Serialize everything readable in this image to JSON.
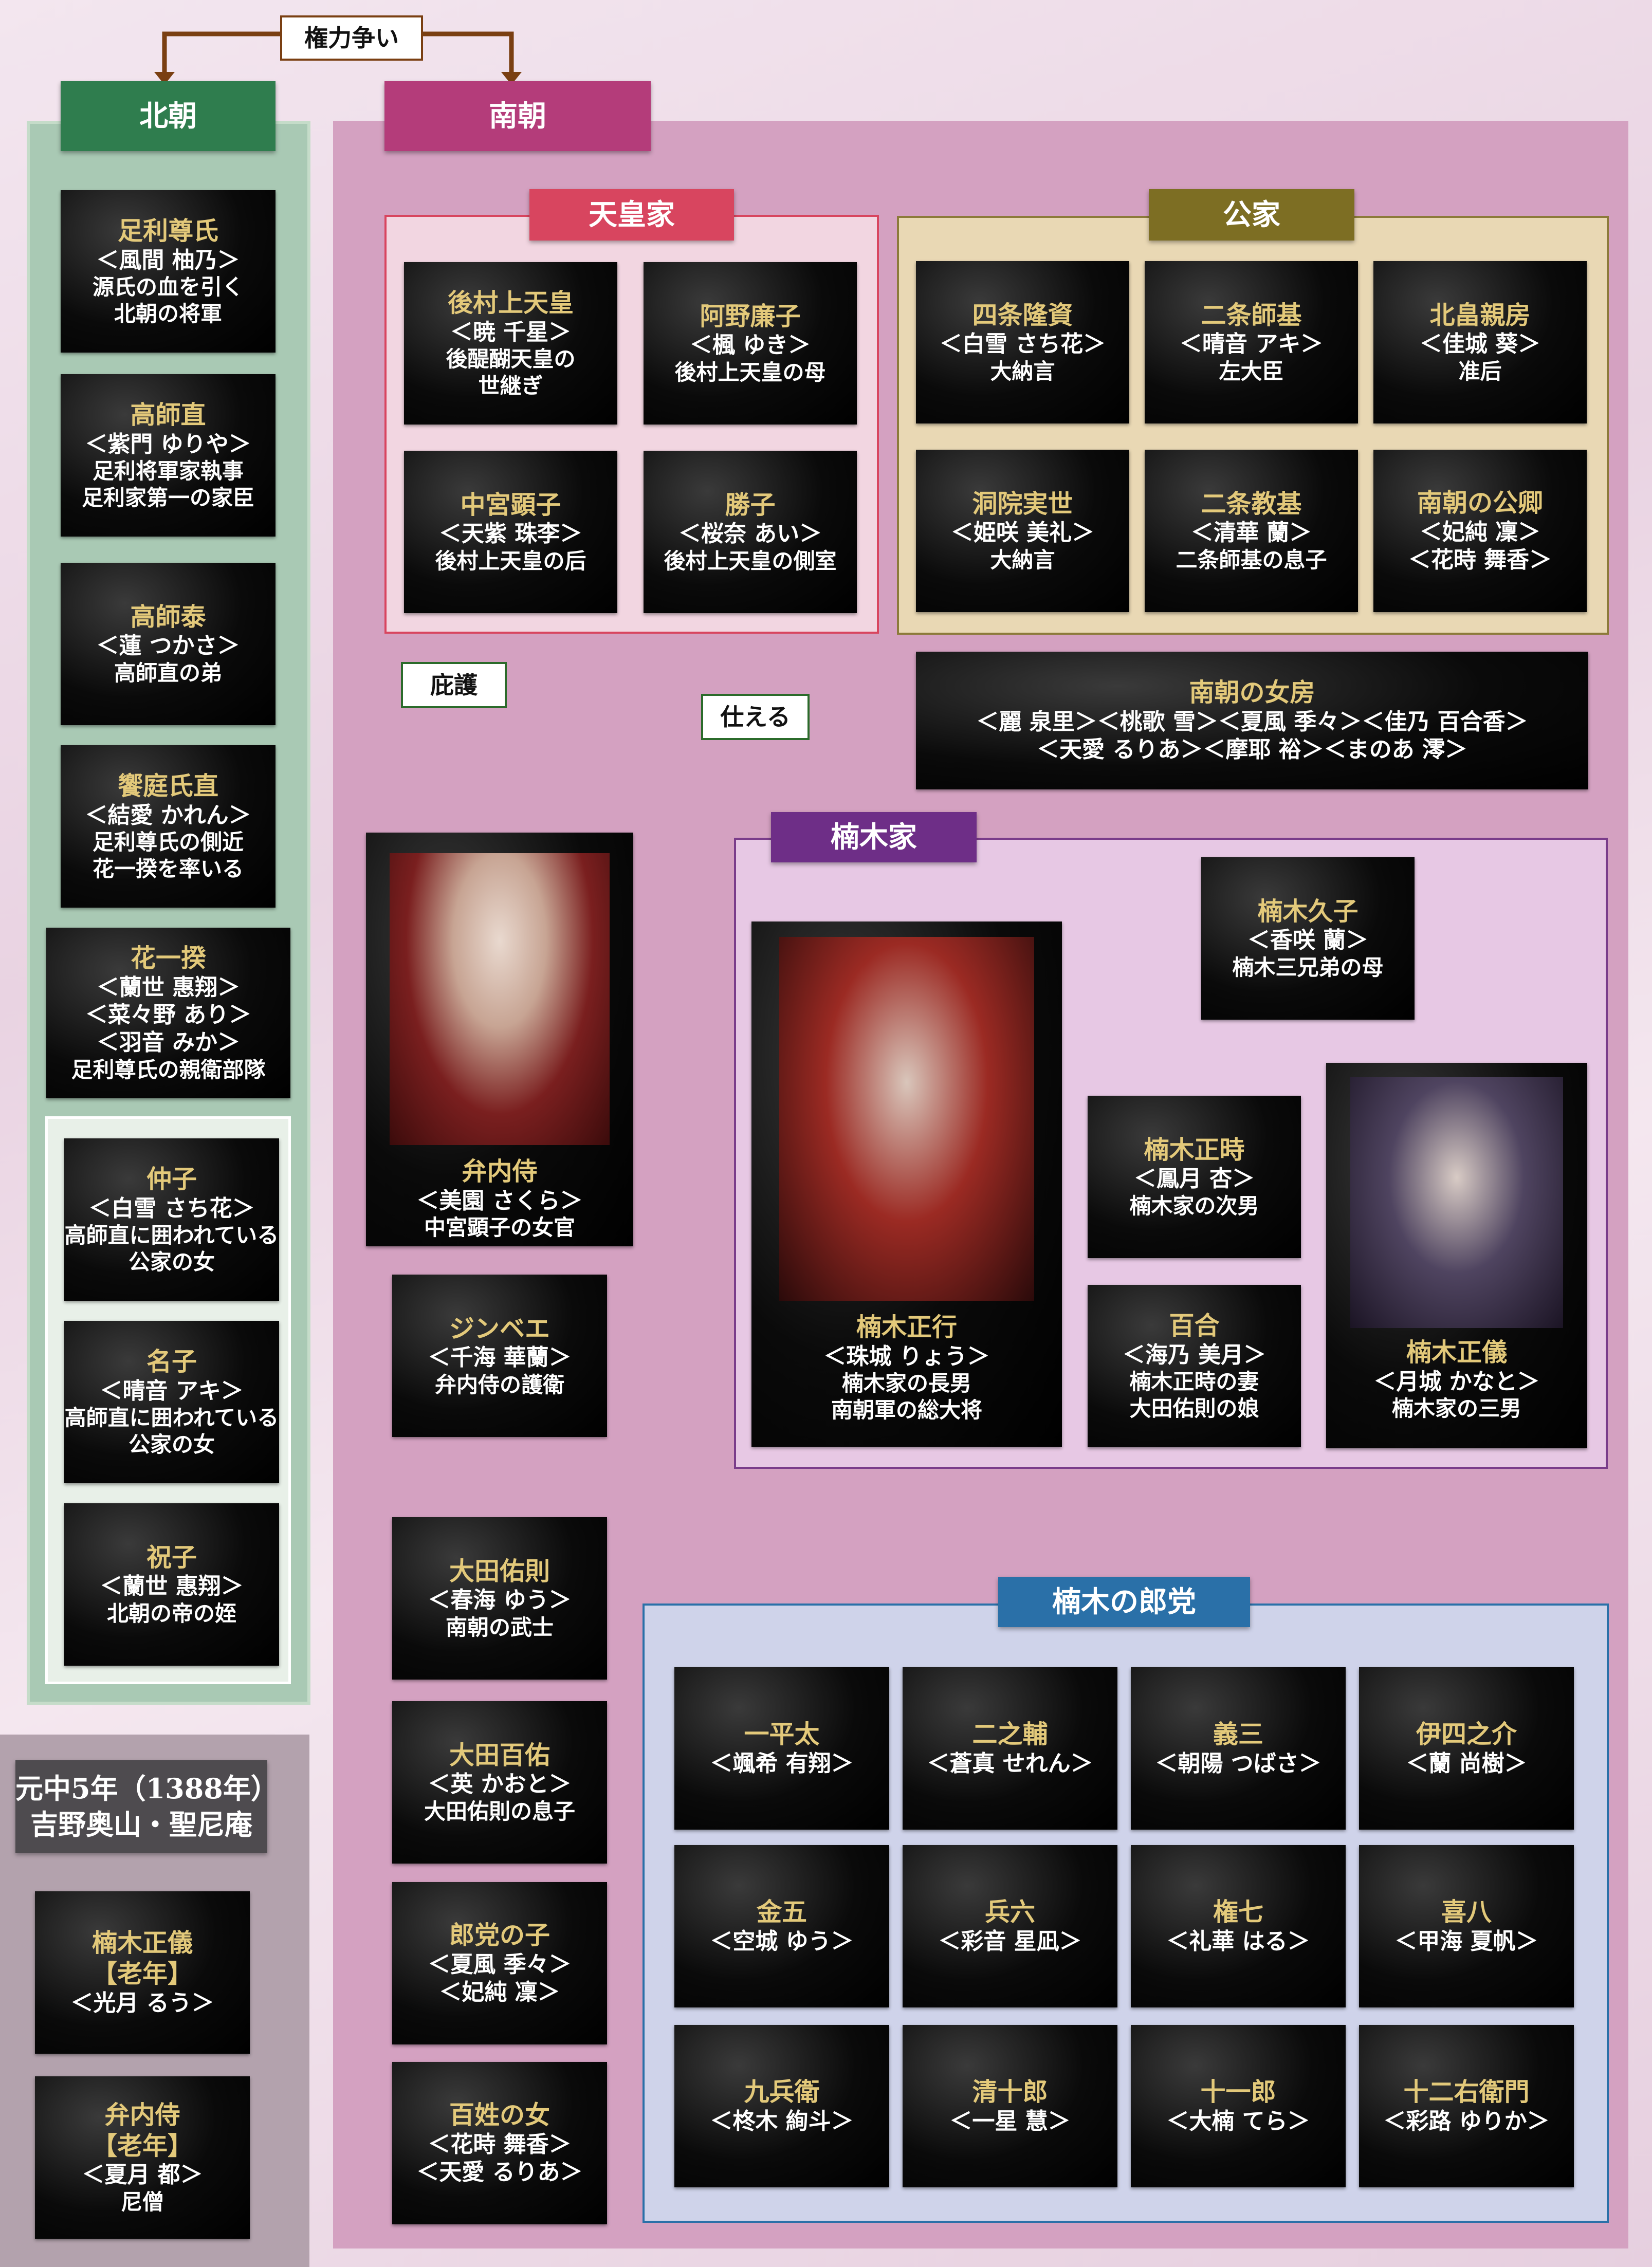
{
  "rivalry_label": "権力争い",
  "north": {
    "header": "北朝",
    "cards": [
      {
        "name": "足利尊氏",
        "actor": "＜風間 柚乃＞",
        "desc": [
          "源氏の血を引く",
          "北朝の将軍"
        ]
      },
      {
        "name": "高師直",
        "actor": "＜紫門 ゆりや＞",
        "desc": [
          "足利将軍家執事",
          "足利家第一の家臣"
        ]
      },
      {
        "name": "高師泰",
        "actor": "＜蓮 つかさ＞",
        "desc": [
          "高師直の弟"
        ]
      },
      {
        "name": "饗庭氏直",
        "actor": "＜結愛 かれん＞",
        "desc": [
          "足利尊氏の側近",
          "花一揆を率いる"
        ]
      },
      {
        "name": "花一揆",
        "actor": [
          "＜蘭世 惠翔＞",
          "＜菜々野 あり＞",
          "＜羽音 みか＞"
        ],
        "desc": [
          "足利尊氏の親衛部隊"
        ]
      },
      {
        "name": "仲子",
        "actor": "＜白雪 さち花＞",
        "desc": [
          "高師直に囲われている",
          "公家の女"
        ]
      },
      {
        "name": "名子",
        "actor": "＜晴音 アキ＞",
        "desc": [
          "高師直に囲われている",
          "公家の女"
        ]
      },
      {
        "name": "祝子",
        "actor": "＜蘭世 惠翔＞",
        "desc": [
          "北朝の帝の姪"
        ]
      }
    ]
  },
  "epilogue": {
    "header": [
      "元中5年（1388年）",
      "吉野奥山・聖尼庵"
    ],
    "cards": [
      {
        "name": [
          "楠木正儀",
          "【老年】"
        ],
        "actor": "＜光月 るう＞"
      },
      {
        "name": [
          "弁内侍",
          "【老年】"
        ],
        "actor": "＜夏月 都＞",
        "desc": "尼僧"
      }
    ]
  },
  "south": {
    "header": "南朝",
    "imperial": {
      "header": "天皇家",
      "cards": [
        {
          "name": "後村上天皇",
          "actor": "＜暁 千星＞",
          "desc": [
            "後醍醐天皇の",
            "世継ぎ"
          ]
        },
        {
          "name": "阿野廉子",
          "actor": "＜楓 ゆき＞",
          "desc": [
            "後村上天皇の母"
          ]
        },
        {
          "name": "中宮顕子",
          "actor": "＜天紫 珠李＞",
          "desc": [
            "後村上天皇の后"
          ]
        },
        {
          "name": "勝子",
          "actor": "＜桜奈 あい＞",
          "desc": [
            "後村上天皇の側室"
          ]
        }
      ]
    },
    "kuge": {
      "header": "公家",
      "cards": [
        {
          "name": "四条隆資",
          "actor": "＜白雪 さち花＞",
          "desc": "大納言"
        },
        {
          "name": "二条師基",
          "actor": "＜晴音 アキ＞",
          "desc": "左大臣"
        },
        {
          "name": "北畠親房",
          "actor": "＜佳城 葵＞",
          "desc": "准后"
        },
        {
          "name": "洞院実世",
          "actor": "＜姫咲 美礼＞",
          "desc": "大納言"
        },
        {
          "name": "二条教基",
          "actor": "＜清華 蘭＞",
          "desc": "二条師基の息子"
        },
        {
          "name": "南朝の公卿",
          "actor": [
            "＜妃純 凜＞",
            "＜花時 舞香＞"
          ]
        }
      ]
    },
    "nyobo": {
      "title": "南朝の女房",
      "line1": "＜麗 泉里＞＜桃歌 雪＞＜夏風 季々＞＜佳乃 百合香＞",
      "line2": "＜天愛 るりあ＞＜摩耶 裕＞＜まのあ 澪＞"
    },
    "label_protect": "庇護",
    "label_serve": "仕える",
    "bennai": {
      "name": "弁内侍",
      "actor": "＜美園 さくら＞",
      "desc": "中宮顕子の女官"
    },
    "jinbee": {
      "name": "ジンベエ",
      "actor": "＜千海 華蘭＞",
      "desc": "弁内侍の護衛"
    },
    "kusunoki": {
      "header": "楠木家",
      "hisako": {
        "name": "楠木久子",
        "actor": "＜香咲 蘭＞",
        "desc": "楠木三兄弟の母"
      },
      "masatsura": {
        "name": "楠木正行",
        "actor": "＜珠城 りょう＞",
        "desc": [
          "楠木家の長男",
          "南朝軍の総大将"
        ]
      },
      "masatoki": {
        "name": "楠木正時",
        "actor": "＜鳳月 杏＞",
        "desc": "楠木家の次男"
      },
      "yuri": {
        "name": "百合",
        "actor": "＜海乃 美月＞",
        "desc": [
          "楠木正時の妻",
          "大田佑則の娘"
        ]
      },
      "masanori": {
        "name": "楠木正儀",
        "actor": "＜月城 かなと＞",
        "desc": "楠木家の三男"
      }
    },
    "ota": [
      {
        "name": "大田佑則",
        "actor": "＜春海 ゆう＞",
        "desc": "南朝の武士"
      },
      {
        "name": "大田百佑",
        "actor": "＜英 かおと＞",
        "desc": "大田佑則の息子"
      },
      {
        "name": "郎党の子",
        "actor": [
          "＜夏風 季々＞",
          "＜妃純 凜＞"
        ]
      },
      {
        "name": "百姓の女",
        "actor": [
          "＜花時 舞香＞",
          "＜天愛 るりあ＞"
        ]
      }
    ],
    "roto": {
      "header": "楠木の郎党",
      "cards": [
        {
          "name": "一平太",
          "actor": "＜颯希 有翔＞"
        },
        {
          "name": "二之輔",
          "actor": "＜蒼真 せれん＞"
        },
        {
          "name": "義三",
          "actor": "＜朝陽 つばさ＞"
        },
        {
          "name": "伊四之介",
          "actor": "＜蘭 尚樹＞"
        },
        {
          "name": "金五",
          "actor": "＜空城 ゆう＞"
        },
        {
          "name": "兵六",
          "actor": "＜彩音 星凪＞"
        },
        {
          "name": "権七",
          "actor": "＜礼華 はる＞"
        },
        {
          "name": "喜八",
          "actor": "＜甲海 夏帆＞"
        },
        {
          "name": "九兵衛",
          "actor": "＜柊木 絢斗＞"
        },
        {
          "name": "清十郎",
          "actor": "＜一星 慧＞"
        },
        {
          "name": "十一郎",
          "actor": "＜大楠 てら＞"
        },
        {
          "name": "十二右衛門",
          "actor": "＜彩路 ゆりか＞"
        }
      ]
    }
  },
  "colors": {
    "north": "#2f7d4e",
    "south": "#b43c7a",
    "imperial": "#d8455f",
    "kuge": "#7d6e23",
    "kusunoki": "#6e2e87",
    "roto": "#2a70a8",
    "name_gold": "#e3c97a",
    "arrow_pink": "#ec3c96"
  }
}
